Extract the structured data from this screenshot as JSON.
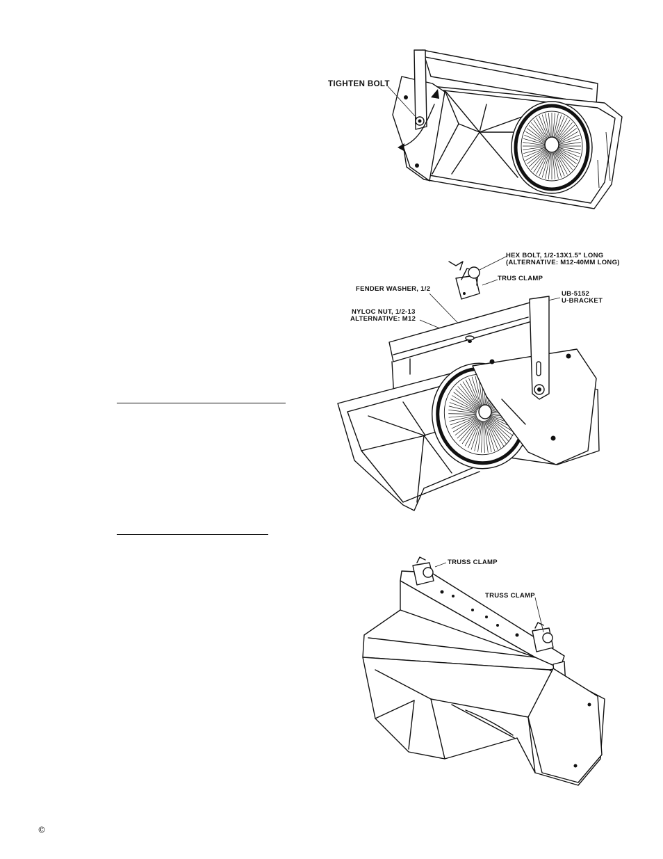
{
  "figure1": {
    "tighten_bolt": "TIGHTEN BOLT"
  },
  "figure2": {
    "hex_bolt_line1": "HEX BOLT, 1/2-13X1.5\" LONG",
    "hex_bolt_line2": "(ALTERNATIVE: M12-40MM LONG)",
    "trus_clamp": "TRUS CLAMP",
    "fender_washer": "FENDER WASHER, 1/2",
    "nyloc_line1": "NYLOC NUT, 1/2-13",
    "nyloc_line2": "ALTERNATIVE: M12",
    "ub_line1": "UB-5152",
    "ub_line2": "U-BRACKET"
  },
  "figure3": {
    "truss_clamp_left": "TRUSS CLAMP",
    "truss_clamp_right": "TRUSS CLAMP"
  },
  "footer": {
    "copyright_symbol": "©"
  }
}
